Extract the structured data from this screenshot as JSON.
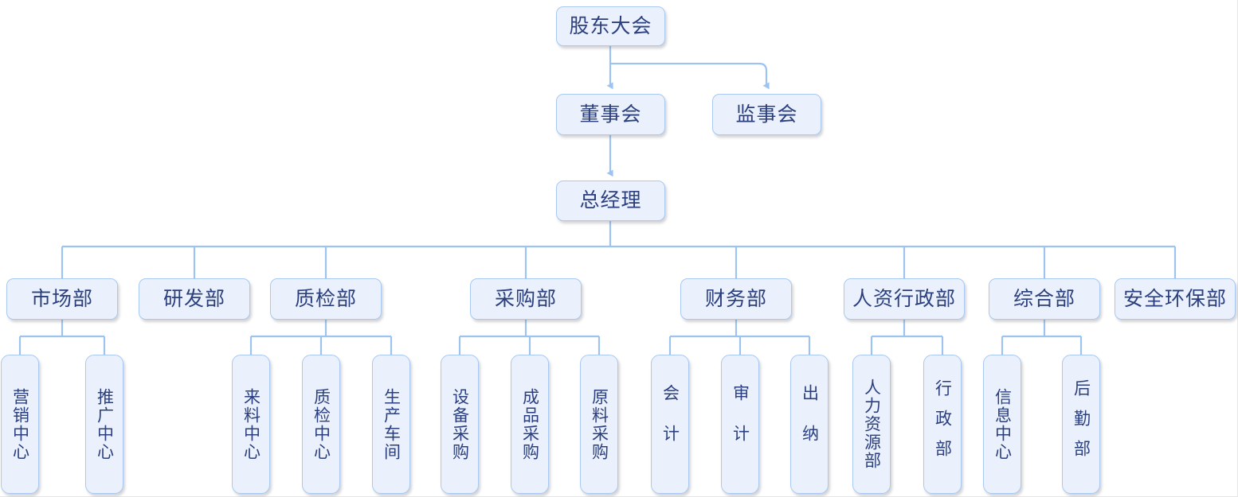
{
  "diagram": {
    "type": "organization-chart",
    "title": "",
    "colors": {
      "node_fill": "#eaf1fd",
      "node_border": "#a9c9f2",
      "node_text": "#2b3f7e",
      "connector": "#9dc3f0",
      "background": "#ffffff"
    },
    "levels": {
      "level1": [
        {
          "id": "shareholders",
          "label": "股东大会"
        }
      ],
      "level2": [
        {
          "id": "board",
          "label": "董事会"
        },
        {
          "id": "supervisors",
          "label": "监事会"
        }
      ],
      "level3": [
        {
          "id": "gm",
          "label": "总经理"
        }
      ]
    },
    "departments": [
      {
        "id": "marketing",
        "label": "市场部",
        "children": [
          {
            "id": "sales-center",
            "label": "营销中心"
          },
          {
            "id": "promotion-center",
            "label": "推广中心"
          }
        ]
      },
      {
        "id": "rd",
        "label": "研发部",
        "children": []
      },
      {
        "id": "qc",
        "label": "质检部",
        "children": [
          {
            "id": "incoming-center",
            "label": "来料中心"
          },
          {
            "id": "qc-center",
            "label": "质检中心"
          },
          {
            "id": "production-workshop",
            "label": "生产车间"
          }
        ]
      },
      {
        "id": "purchasing",
        "label": "采购部",
        "children": [
          {
            "id": "equipment-purchase",
            "label": "设备采购"
          },
          {
            "id": "finished-goods-purchase",
            "label": "成品采购"
          },
          {
            "id": "raw-material-purchase",
            "label": "原料采购"
          }
        ]
      },
      {
        "id": "finance",
        "label": "财务部",
        "children": [
          {
            "id": "accounting",
            "label": "会计"
          },
          {
            "id": "audit",
            "label": "审计"
          },
          {
            "id": "cashier",
            "label": "出纳"
          }
        ]
      },
      {
        "id": "hr-admin",
        "label": "人资行政部",
        "children": [
          {
            "id": "human-resources",
            "label": "人力资源部"
          },
          {
            "id": "administration",
            "label": "行政部"
          }
        ]
      },
      {
        "id": "general-affairs",
        "label": "综合部",
        "children": [
          {
            "id": "information-center",
            "label": "信息中心"
          },
          {
            "id": "logistics",
            "label": "后勤部"
          }
        ]
      },
      {
        "id": "safety-environment",
        "label": "安全环保部",
        "children": []
      }
    ]
  }
}
